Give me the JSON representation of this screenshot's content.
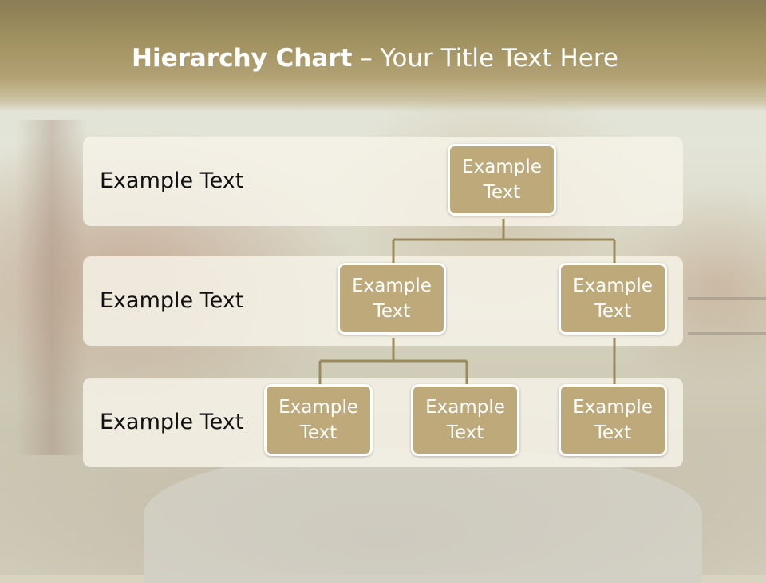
{
  "title": {
    "bold": "Hierarchy Chart",
    "rest": " – Your Title Text Here"
  },
  "levels": [
    {
      "label": "Example Text"
    },
    {
      "label": "Example Text"
    },
    {
      "label": "Example Text"
    }
  ],
  "nodes": {
    "root": "Example Text",
    "child_left": "Example Text",
    "child_right": "Example Text",
    "grandchild_1": "Example Text",
    "grandchild_2": "Example Text",
    "grandchild_3": "Example Text"
  },
  "colors": {
    "node_fill": "#bda97a",
    "connector": "#9a8a5c",
    "header": "#a0915f"
  }
}
